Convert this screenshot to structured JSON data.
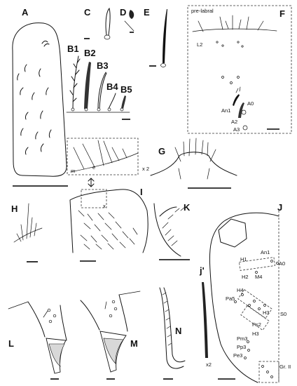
{
  "panels": {
    "A": "A",
    "B1": "B1",
    "B2": "B2",
    "B3": "B3",
    "B4": "B4",
    "B5": "B5",
    "C": "C",
    "D": "D",
    "E": "E",
    "F": "F",
    "G": "G",
    "H": "H",
    "I": "I",
    "J": "J",
    "j_prime": "j'",
    "K": "K",
    "L": "L",
    "M": "M",
    "N": "N"
  },
  "labels": {
    "prelabral": "pre-labral",
    "L2": "L2",
    "An1": "An1",
    "A0": "A0",
    "A2": "A2",
    "A3": "A3",
    "magnification_I": "x 2",
    "magnification_j": "x2",
    "m": "m",
    "e": "e",
    "x": "x",
    "H1": "H1",
    "H2": "H2",
    "H3": "H3",
    "H4": "H4",
    "M4": "M4",
    "An": "An1",
    "A0J": "A0",
    "Pa": "Pa5",
    "S0": "S0",
    "Ps2": "Ps2",
    "Pm": "Pm3",
    "Pp": "Pp3",
    "Pe": "Pe3",
    "GrII": "Gr. II"
  }
}
